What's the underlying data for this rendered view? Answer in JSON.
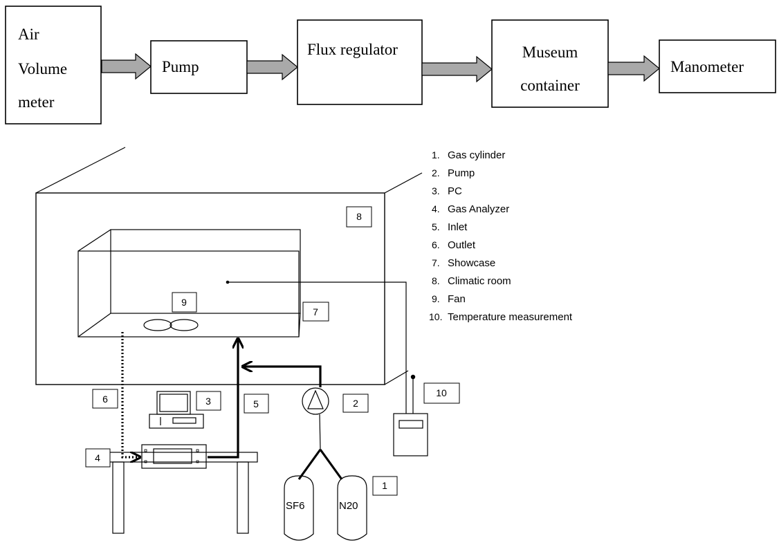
{
  "flowchart": {
    "blocks": [
      {
        "lines": [
          "Air",
          "Volume",
          "meter"
        ]
      },
      {
        "lines": [
          "Pump"
        ]
      },
      {
        "lines": [
          "Flux regulator"
        ]
      },
      {
        "lines": [
          "Museum",
          "container"
        ]
      },
      {
        "lines": [
          "Manometer"
        ]
      }
    ]
  },
  "legend": [
    {
      "num": "1.",
      "text": "Gas cylinder"
    },
    {
      "num": "2.",
      "text": "Pump"
    },
    {
      "num": "3.",
      "text": "PC"
    },
    {
      "num": "4.",
      "text": "Gas Analyzer"
    },
    {
      "num": "5.",
      "text": "Inlet"
    },
    {
      "num": "6.",
      "text": "Outlet"
    },
    {
      "num": "7.",
      "text": "Showcase"
    },
    {
      "num": "8.",
      "text": "Climatic room"
    },
    {
      "num": "9.",
      "text": "Fan"
    },
    {
      "num": "10.",
      "text": "Temperature measurement"
    }
  ],
  "callouts": {
    "gas_cylinder": "1",
    "pump": "2",
    "pc": "3",
    "gas_analyzer": "4",
    "inlet": "5",
    "outlet": "6",
    "showcase": "7",
    "climatic_room": "8",
    "fan": "9",
    "temperature": "10"
  },
  "cylinders": {
    "left": "SF6",
    "right": "N20"
  }
}
